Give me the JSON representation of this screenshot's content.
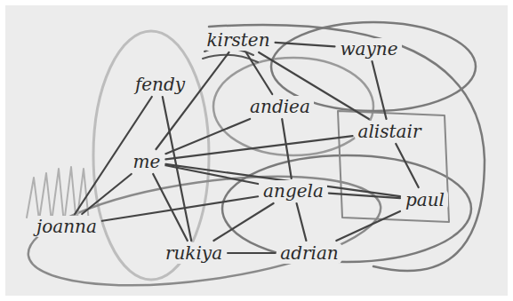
{
  "diagram": {
    "nodes": [
      {
        "text": [
          "fendy"
        ]
      },
      {
        "text": [
          "kirsten"
        ]
      },
      {
        "text": [
          "wayne"
        ]
      },
      {
        "text": [
          "andiea"
        ]
      },
      {
        "text": [
          "alistair"
        ]
      },
      {
        "text": [
          "me"
        ]
      },
      {
        "text": [
          "angela"
        ]
      },
      {
        "text": [
          "paul"
        ]
      },
      {
        "text": [
          "joanna"
        ]
      },
      {
        "text": [
          "rukiya"
        ]
      },
      {
        "text": [
          "adrian"
        ]
      }
    ],
    "edges": [
      {
        "from": 5,
        "to": 1,
        "arrow": "none"
      },
      {
        "from": 5,
        "to": 3,
        "arrow": "none"
      },
      {
        "from": 5,
        "to": 4,
        "arrow": "none"
      },
      {
        "from": 5,
        "to": 6,
        "arrow": "none"
      },
      {
        "from": 5,
        "to": 7,
        "arrow": "none"
      },
      {
        "from": 5,
        "to": 9,
        "arrow": "none"
      },
      {
        "from": 5,
        "to": 8,
        "arrow": "none"
      },
      {
        "from": 0,
        "to": 8,
        "arrow": "none"
      },
      {
        "from": 0,
        "to": 9,
        "arrow": "none"
      },
      {
        "from": 1,
        "to": 2,
        "arrow": "none"
      },
      {
        "from": 1,
        "to": 3,
        "arrow": "none"
      },
      {
        "from": 1,
        "to": 4,
        "arrow": "none"
      },
      {
        "from": 2,
        "to": 4,
        "arrow": "none"
      },
      {
        "from": 3,
        "to": 6,
        "arrow": "none"
      },
      {
        "from": 4,
        "to": 7,
        "arrow": "none"
      },
      {
        "from": 6,
        "to": 10,
        "arrow": "none"
      },
      {
        "from": 6,
        "to": 9,
        "arrow": "none"
      },
      {
        "from": 9,
        "to": 10,
        "arrow": "none"
      },
      {
        "from": 6,
        "to": 7,
        "arrow": "none"
      },
      {
        "from": 10,
        "to": 7,
        "arrow": "none"
      },
      {
        "from": 8,
        "to": 6,
        "arrow": "none"
      }
    ]
  }
}
